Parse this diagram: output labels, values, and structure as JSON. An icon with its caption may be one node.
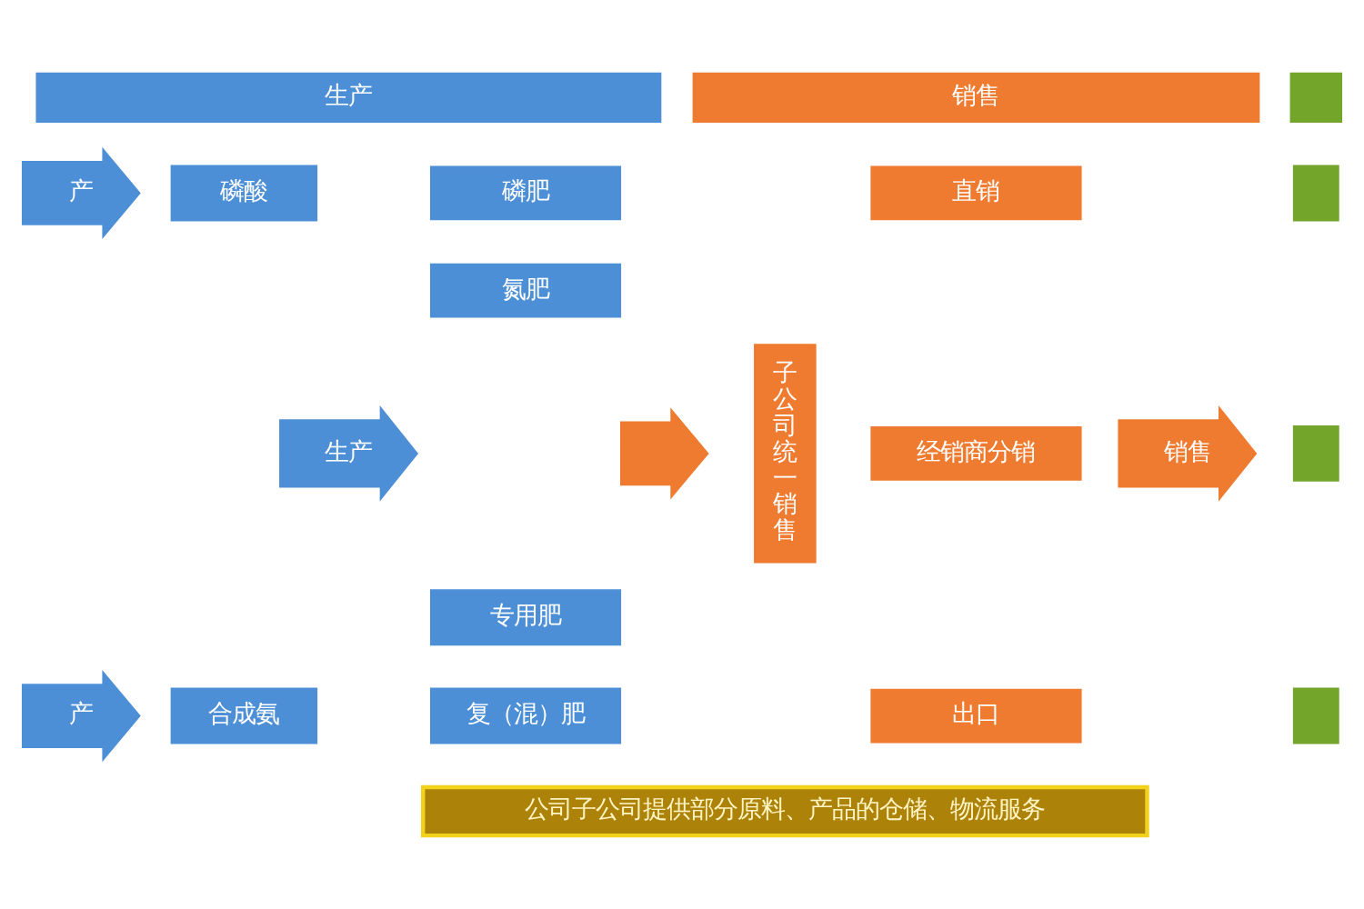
{
  "diagram": {
    "nodes": [
      {
        "text": [
          "生产"
        ]
      },
      {
        "text": [
          "销售"
        ]
      },
      {
        "text": [],
        "shape": "bar"
      },
      {
        "text": [
          "产"
        ]
      },
      {
        "text": [
          "磷酸"
        ]
      },
      {
        "text": [
          "磷肥"
        ]
      },
      {
        "text": [
          "子公司统一销售"
        ]
      },
      {
        "text": [
          "直销"
        ]
      },
      {
        "text": [],
        "shape": "box"
      },
      {
        "text": [
          "氮肥"
        ]
      },
      {
        "text": [
          "生产"
        ]
      },
      {
        "text": [],
        "shape": "arrow"
      },
      {
        "text": [
          "经销商分销"
        ]
      },
      {
        "text": [
          "销售"
        ]
      },
      {
        "text": [],
        "shape": "box"
      },
      {
        "text": [
          "专用肥"
        ]
      },
      {
        "text": [
          "产"
        ]
      },
      {
        "text": [
          "合成氨"
        ]
      },
      {
        "text": [
          "复（混）肥"
        ]
      },
      {
        "text": [
          "出口"
        ]
      },
      {
        "text": [],
        "shape": "box"
      },
      {
        "text": [
          "公司子公司提供部分原料、产品的仓储、物流服务"
        ]
      }
    ]
  }
}
